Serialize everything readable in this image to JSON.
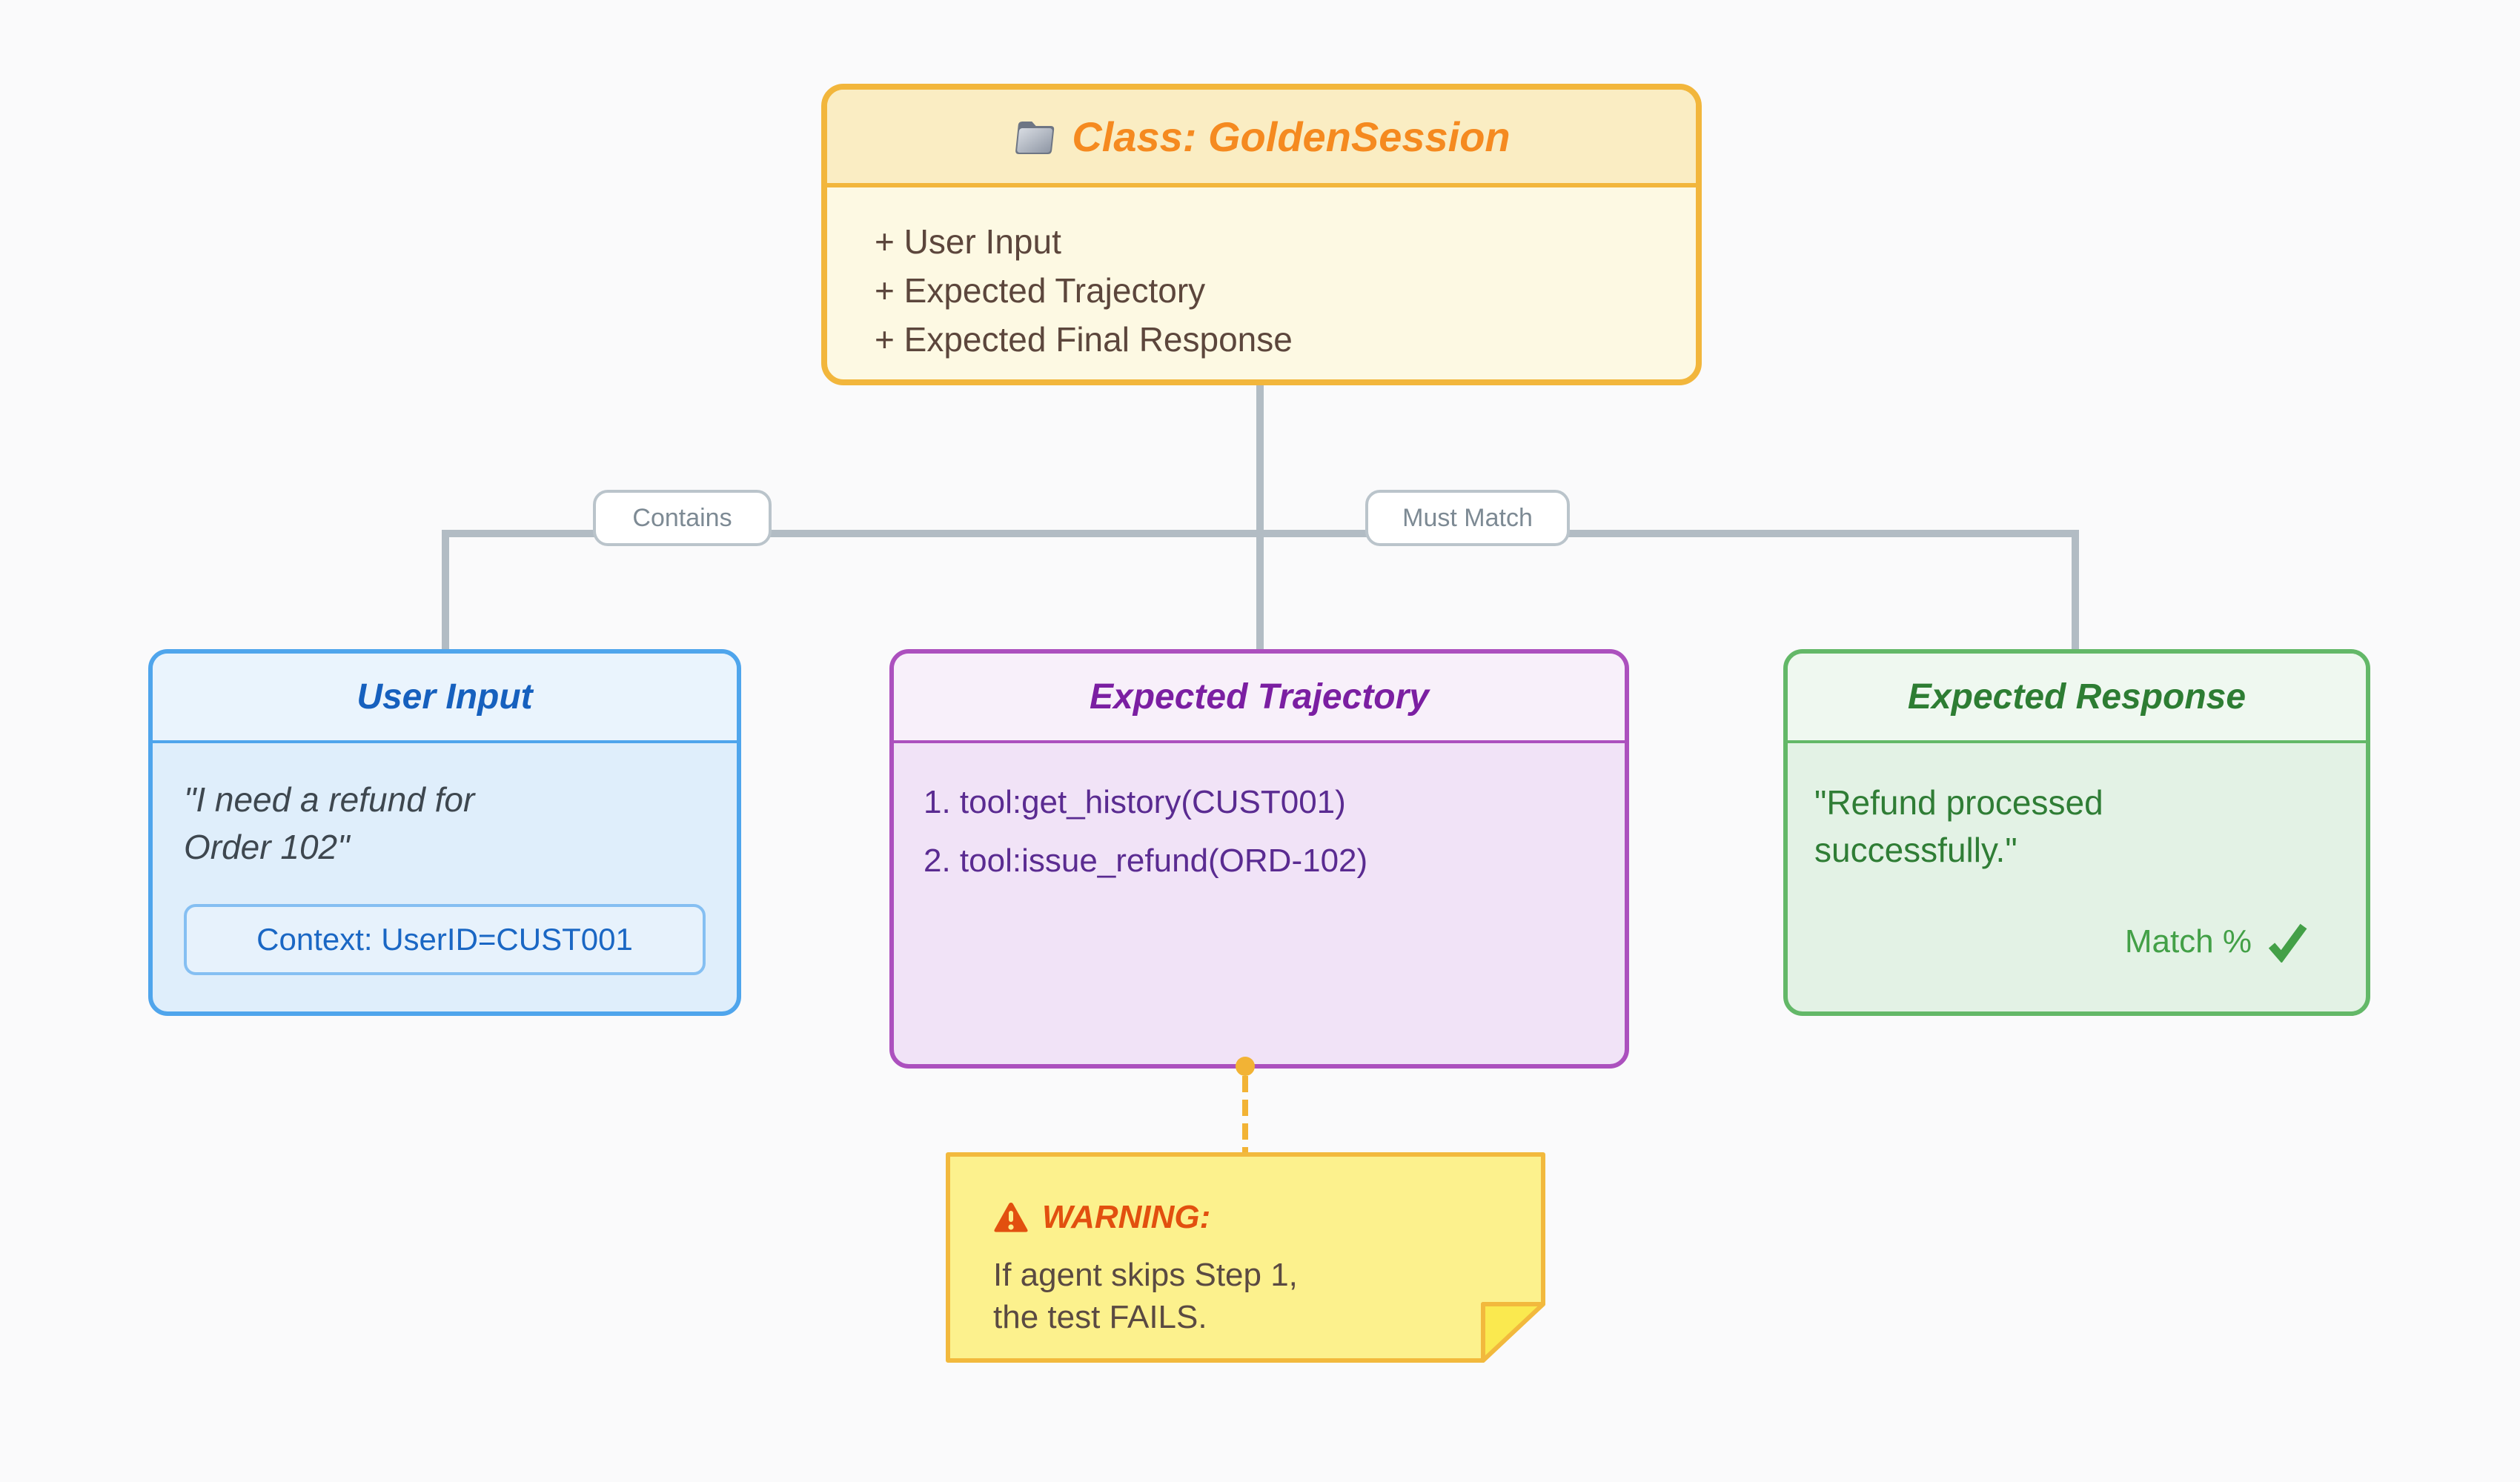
{
  "colors": {
    "page_bg": "#FAFAFB",
    "line": "#B2BCC4",
    "edge_label_text": "#7D8A94",
    "edge_label_border": "#BAC4CB",
    "class_border": "#F2B63C",
    "class_header_bg": "#FAEDC3",
    "class_body_bg": "#FDF9E3",
    "class_title": "#F58A20",
    "class_member_text": "#5C463C",
    "input_border": "#4FA5EC",
    "input_header_bg": "#EAF4FD",
    "input_body_bg": "#DFEEFB",
    "input_title": "#1660BE",
    "input_quote_text": "#3E474F",
    "context_bg": "#E7F2FC",
    "context_border": "#85BFF2",
    "context_text": "#1A67C4",
    "traj_border": "#AC50BE",
    "traj_header_bg": "#F8F0FA",
    "traj_body_bg": "#F1E3F7",
    "traj_title": "#7B1FA2",
    "traj_item_text": "#5A2B91",
    "resp_border": "#63B868",
    "resp_header_bg": "#EFF8F0",
    "resp_body_bg": "#E3F2E5",
    "resp_title": "#2D7D33",
    "resp_text": "#2F7D35",
    "match_text": "#43A047",
    "note_bg": "#FCF18D",
    "note_border": "#F2B93D",
    "note_fold_bg": "#FAE94F",
    "warning_text": "#E2500F",
    "note_text": "#5A4A42",
    "connector_accent": "#F2B335"
  },
  "class_box": {
    "icon": "folder-icon",
    "title": "Class: GoldenSession",
    "members": [
      "+ User Input",
      "+ Expected Trajectory",
      "+ Expected Final Response"
    ]
  },
  "edges": {
    "contains_label": "Contains",
    "must_match_label": "Must Match"
  },
  "user_input": {
    "title": "User Input",
    "quote_line1": "\"I need a refund for",
    "quote_line2": "Order 102\"",
    "context": "Context: UserID=CUST001"
  },
  "trajectory": {
    "title": "Expected Trajectory",
    "items": [
      "1. tool:get_history(CUST001)",
      "2. tool:issue_refund(ORD-102)"
    ]
  },
  "response": {
    "title": "Expected Response",
    "line1": "\"Refund processed",
    "line2": "successfully.\"",
    "match_label": "Match %",
    "match_icon": "checkmark-icon"
  },
  "note": {
    "icon": "warning-triangle-icon",
    "title": "WARNING:",
    "line1": "If agent skips Step 1,",
    "line2": "the test FAILS."
  }
}
